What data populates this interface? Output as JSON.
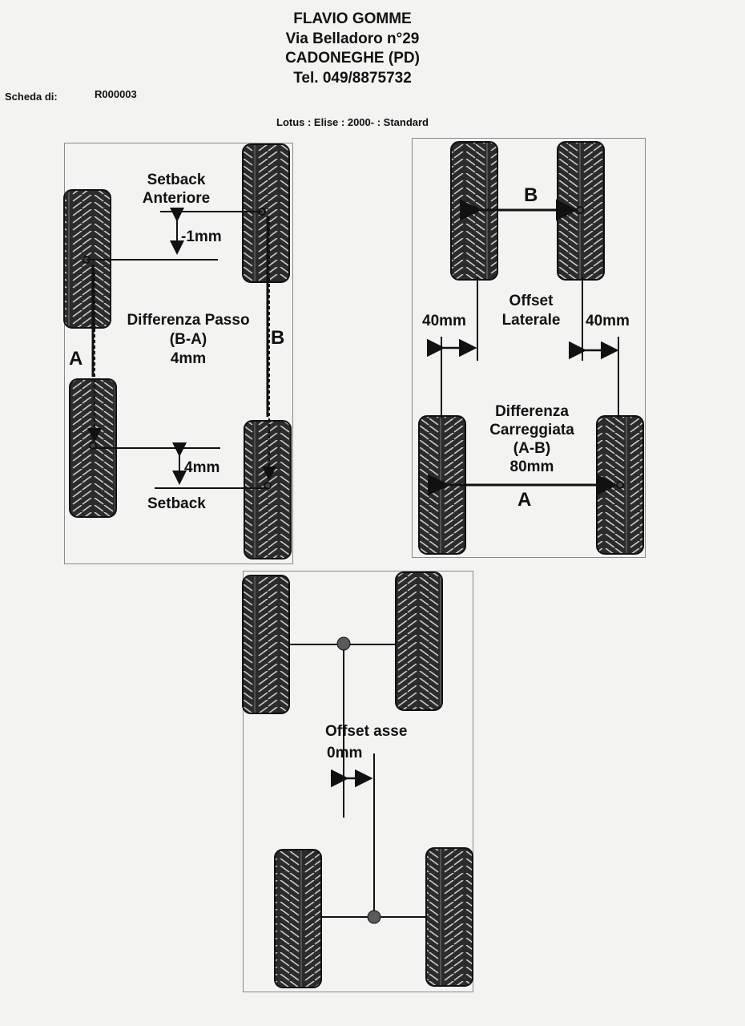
{
  "header": {
    "company": "FLAVIO GOMME",
    "address": "Via Belladoro n°29",
    "city": "CADONEGHE (PD)",
    "phone": "Tel. 049/8875732"
  },
  "sheet": {
    "label": "Scheda di:",
    "number": "R000003"
  },
  "vehicle": "Lotus : Elise : 2000- : Standard",
  "panel_setback": {
    "front_setback_line1": "Setback",
    "front_setback_line2": "Anteriore",
    "front_value": "-1mm",
    "wheelbase_diff_line1": "Differenza Passo",
    "wheelbase_diff_line2": "(B-A)",
    "wheelbase_diff_value": "4mm",
    "rear_value": "4mm",
    "rear_label": "Setback",
    "label_a": "A",
    "label_b": "B"
  },
  "panel_track": {
    "label_b": "B",
    "label_a": "A",
    "lateral_offset_line1": "Offset",
    "lateral_offset_line2": "Laterale",
    "left_value": "40mm",
    "right_value": "40mm",
    "track_diff_line1": "Differenza",
    "track_diff_line2": "Carreggiata",
    "track_diff_line3": "(A-B)",
    "track_diff_value": "80mm"
  },
  "panel_axle": {
    "axle_offset_label": "Offset asse",
    "axle_offset_value": "0mm"
  }
}
